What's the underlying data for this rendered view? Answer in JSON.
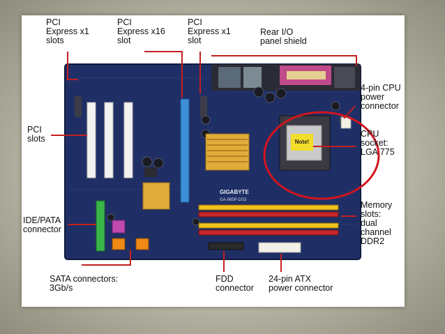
{
  "labels": {
    "pci_x1_left": "PCI\nExpress x1\nslots",
    "pci_x16": "PCI\nExpress x16\nslot",
    "pci_x1_right": "PCI\nExpress x1\nslot",
    "rear_io": "Rear I/O\npanel shield",
    "cpu_power": "4-pin CPU\npower\nconnector",
    "pci_slots": "PCI\nslots",
    "cpu_socket": "CPU\nsocket:\nLGA 775",
    "ide": "IDE/PATA\nconnector",
    "memory": "Memory\nslots:\ndual\nchannel\nDDR2",
    "sata": "SATA connectors:\n3Gb/s",
    "fdd": "FDD\nconnector",
    "atx": "24-pin ATX\npower connector"
  },
  "board_print": {
    "brand": "GIGABYTE",
    "model": "GA-965P-DS3",
    "cpu_sticker": "Note!"
  },
  "colors": {
    "pcb": "#1f2f66",
    "leader": "#c41e1e",
    "highlight_ring": "#d2141e",
    "dimm_red": "#c8262a",
    "dimm_yellow": "#f2c21c",
    "heatsink_gold": "#e0ac3a",
    "ide_green": "#3ab54a",
    "sata_orange": "#f08a16",
    "pci_white": "#f2f2f0",
    "pcie16_blue": "#3d8fd6"
  }
}
